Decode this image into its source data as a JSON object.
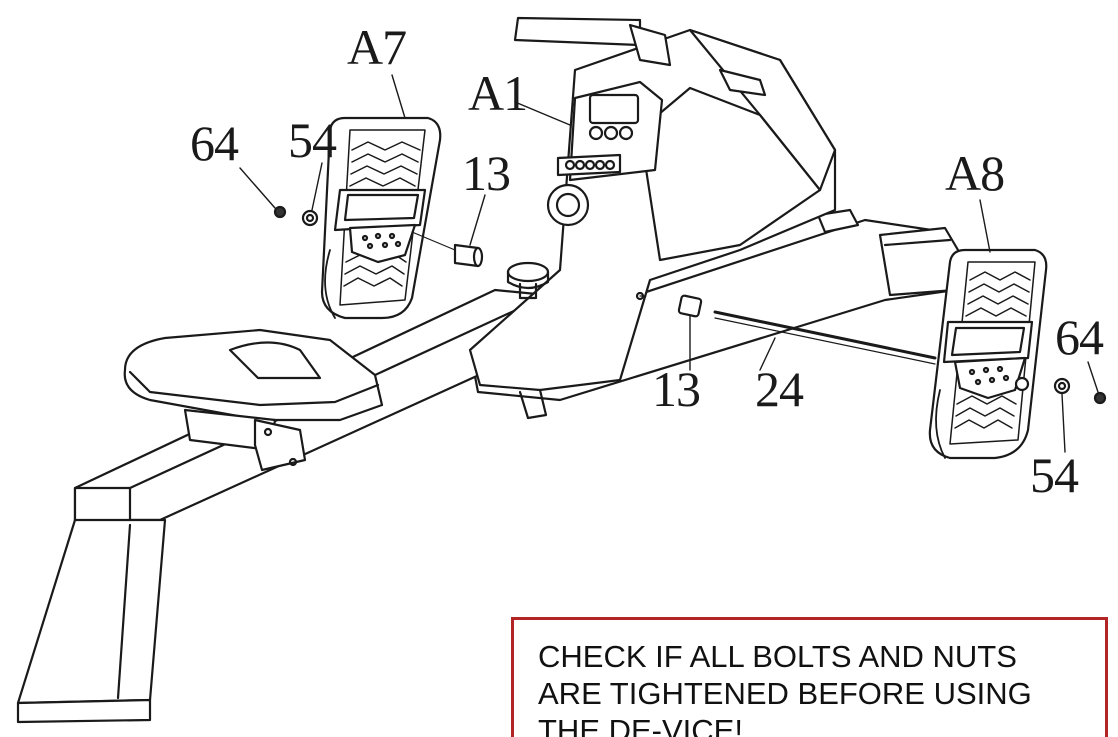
{
  "callouts": {
    "a7": "A7",
    "a1": "A1",
    "a8": "A8",
    "p64_left": "64",
    "p54_left": "54",
    "p13_top": "13",
    "p13_bottom": "13",
    "p24": "24",
    "p64_right": "64",
    "p54_right": "54"
  },
  "notice": {
    "text": "CHECK IF ALL BOLTS AND NUTS ARE TIGHTENED BEFORE USING THE DE-VICE!",
    "border_color": "#b32424"
  }
}
